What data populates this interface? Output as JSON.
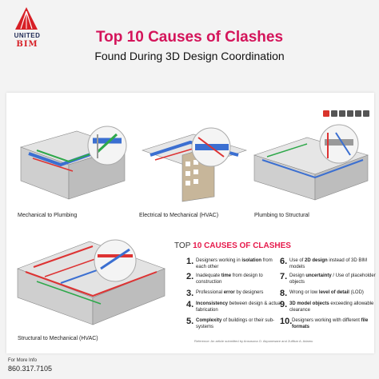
{
  "brand": {
    "line1": "UNITED",
    "line2": "BIM",
    "primary_color": "#d4145a",
    "navy": "#1f2a55"
  },
  "title": {
    "main": "Top 10 Causes of Clashes",
    "sub": "Found During 3D Design Coordination"
  },
  "social_icons": [
    {
      "name": "facebook-icon",
      "color": "#d9342b"
    },
    {
      "name": "twitter-icon",
      "color": "#555555"
    },
    {
      "name": "linkedin-icon",
      "color": "#555555"
    },
    {
      "name": "instagram-icon",
      "color": "#555555"
    },
    {
      "name": "pinterest-icon",
      "color": "#555555"
    },
    {
      "name": "youtube-icon",
      "color": "#555555"
    }
  ],
  "panels": [
    {
      "caption": "Mechanical to Plumbing"
    },
    {
      "caption": "Electrical to Mechanical (HVAC)"
    },
    {
      "caption": "Plumbing to Structural"
    },
    {
      "caption": "Structural to Mechanical (HVAC)"
    }
  ],
  "top10": {
    "heading_prefix": "TOP",
    "heading_highlight": "10 CAUSES OF CLASHES",
    "items": [
      {
        "num": "1.",
        "pre": "Designers working in ",
        "bold": "isolation",
        "post": " from each other"
      },
      {
        "num": "2.",
        "pre": "Inadequate ",
        "bold": "time",
        "post": " from design to construction"
      },
      {
        "num": "3.",
        "pre": "Professional ",
        "bold": "error",
        "post": " by designers"
      },
      {
        "num": "4.",
        "pre": "",
        "bold": "Inconsistency",
        "post": " between design & actual fabrication"
      },
      {
        "num": "5.",
        "pre": "",
        "bold": "Complexity",
        "post": " of buildings or their sub-systems"
      },
      {
        "num": "6.",
        "pre": "Use of ",
        "bold": "2D design",
        "post": " instead of 3D BIM models"
      },
      {
        "num": "7.",
        "pre": "Design ",
        "bold": "uncertainty",
        "post": " / Use of placeholder objects"
      },
      {
        "num": "8.",
        "pre": "Wrong or low ",
        "bold": "level of detail",
        "post": " (LOD)"
      },
      {
        "num": "9.",
        "pre": "",
        "bold": "3D model objects",
        "post": " exceeding allowable clearance"
      },
      {
        "num": "10.",
        "pre": "Designers working with different ",
        "bold": "file formats",
        "post": ""
      }
    ],
    "reference": "Reference: An article submitted by Ansosona O. Akponeware and Zulfikar A. Adamu"
  },
  "footer": {
    "info": "For More Info",
    "phone": "860.317.7105"
  }
}
